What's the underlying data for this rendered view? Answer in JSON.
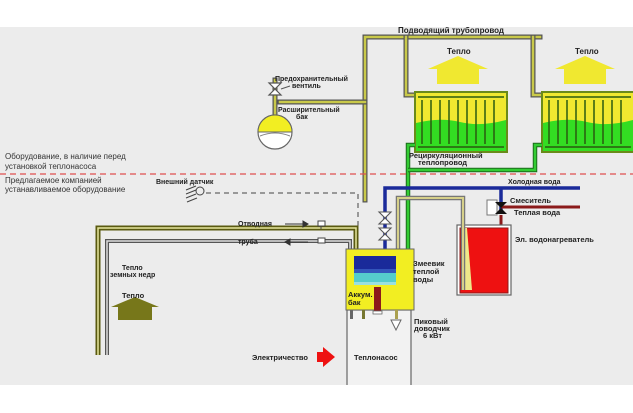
{
  "diagram": {
    "title": "Heat pump heating system schematic",
    "labels": {
      "supply_pipeline": "Подводящий трубопровод",
      "heat_1": "Тепло",
      "heat_2": "Тепло",
      "safety_valve_1": "Предохранительный",
      "safety_valve_2": "вентиль",
      "expansion_tank_1": "Расширительный",
      "expansion_tank_2": "бак",
      "existing_equipment_1": "Оборудование, в наличие перед",
      "existing_equipment_2": "установкой теплонасоса",
      "proposed_equipment_1": "Предлагаемое компанией",
      "proposed_equipment_2": "устанавливаемое оборудование",
      "outdoor_sensor": "Внешний датчик",
      "recirculation_1": "Рециркуляционный",
      "recirculation_2": "теплопровод",
      "cold_water": "Холодная вода",
      "mixer": "Смеситель",
      "hot_water": "Теплая вода",
      "electric_heater": "Эл. водонагреватель",
      "outlet_pipe_1": "Отводная",
      "outlet_pipe_2": "труба",
      "ground_heat_1": "Тепло",
      "ground_heat_2": "земных недр",
      "ground_heat_arrow": "Тепло",
      "coil_1": "Змеевик",
      "coil_2": "теплой",
      "coil_3": "воды",
      "accum_tank_1": "Аккум.",
      "accum_tank_2": "бак",
      "peak_heater_1": "Пиковый",
      "peak_heater_2": "доводчик",
      "peak_heater_3": "6 кВт",
      "electricity": "Электричество",
      "heat_pump": "Теплонасос"
    },
    "colors": {
      "pipe_olive": "#8b8b1e",
      "pipe_green": "#2fae2f",
      "pipe_blue": "#1a2a9a",
      "pipe_red": "#8b1a1a",
      "radiator_yellow": "#f0e830",
      "radiator_green": "#33dd22",
      "heater_red": "#ee1111",
      "tank_yellow": "#f2ee22",
      "arrow_yellow": "#f0e830",
      "arrow_olive": "#77771a",
      "electricity_red": "#ee1111",
      "divider_red": "#e05050"
    }
  }
}
